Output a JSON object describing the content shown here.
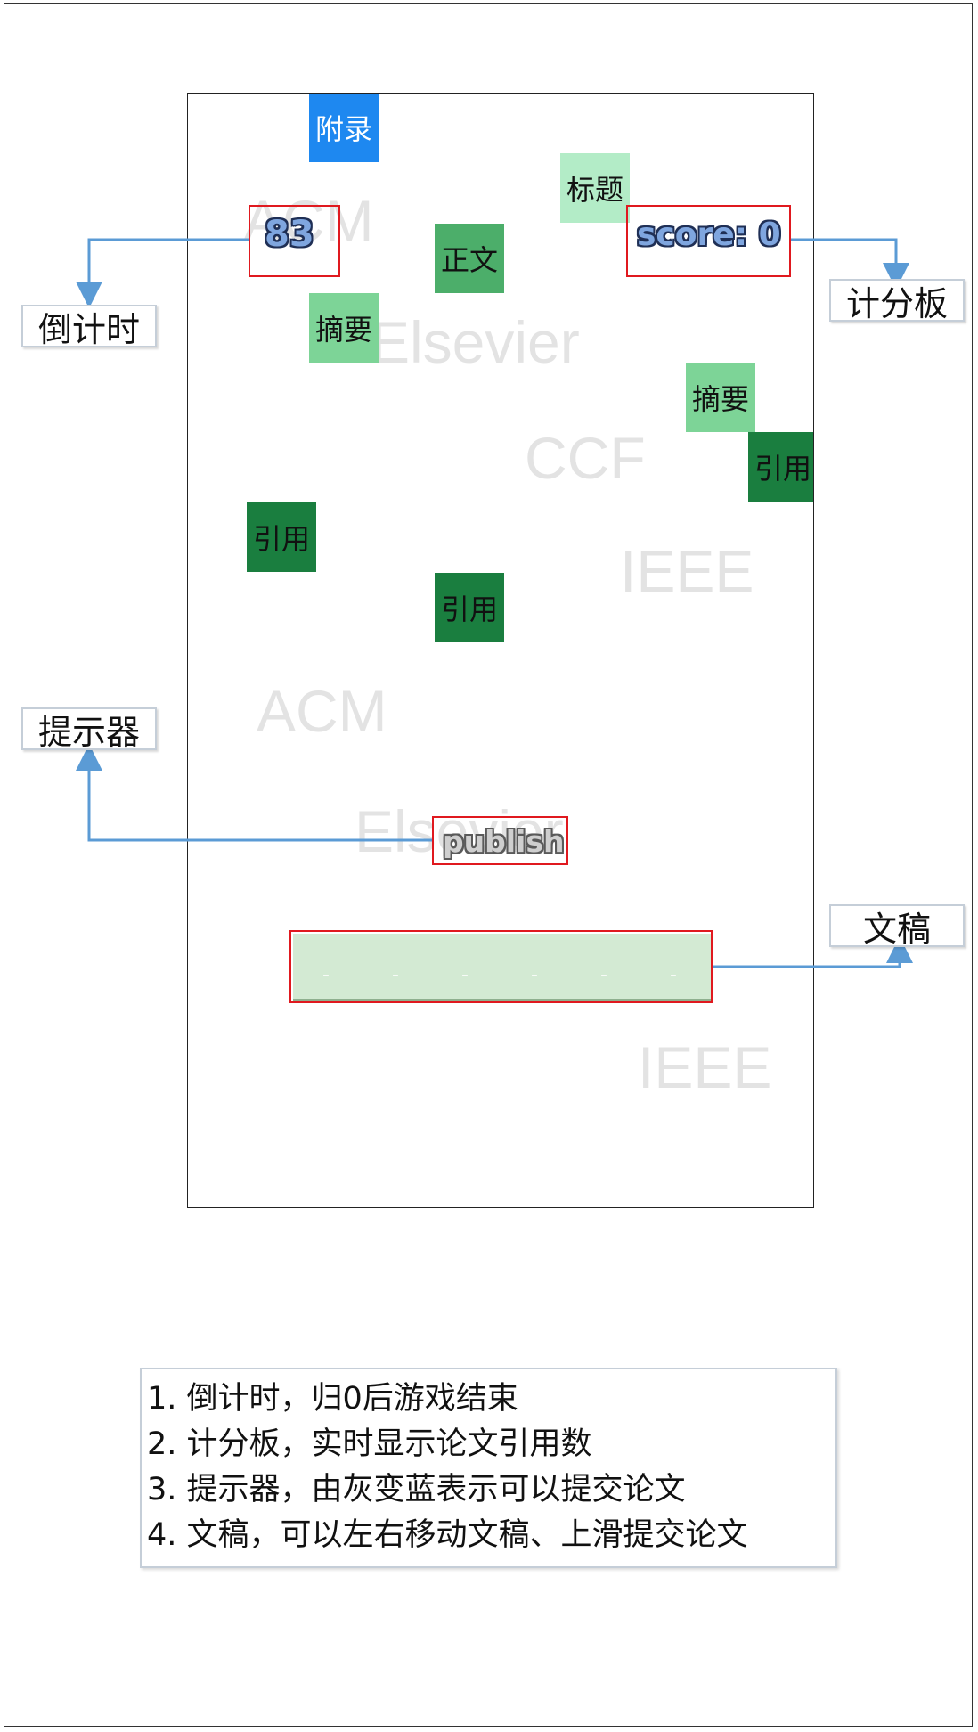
{
  "game": {
    "watermarks": [
      "ACM",
      "Elsevier",
      "CCF",
      "IEEE",
      "ACM",
      "Elsevier",
      "IEEE"
    ],
    "blocks": [
      {
        "label": "附录",
        "color": "#1e88f0"
      },
      {
        "label": "标题",
        "color": "#b3ecc7"
      },
      {
        "label": "正文",
        "color": "#4cae6a"
      },
      {
        "label": "摘要",
        "color": "#7dd497"
      },
      {
        "label": "摘要",
        "color": "#7dd497"
      },
      {
        "label": "引用",
        "color": "#1a7e3f"
      },
      {
        "label": "引用",
        "color": "#1a7e3f"
      },
      {
        "label": "引用",
        "color": "#1a7e3f"
      }
    ],
    "countdown": "83",
    "score": "score: 0",
    "hint": "publish",
    "paddle_slots": [
      "-",
      "-",
      "-",
      "-",
      "-",
      "-"
    ]
  },
  "callouts": {
    "countdown": "倒计时",
    "scoreboard": "计分板",
    "hint": "提示器",
    "manuscript": "文稿"
  },
  "notes": [
    "1. 倒计时，归0后游戏结束",
    "2. 计分板，实时显示论文引用数",
    "3. 提示器，由灰变蓝表示可以提交论文",
    "4. 文稿，可以左右移动文稿、上滑提交论文"
  ],
  "colors": {
    "highlight_border": "#e0191f",
    "arrow": "#5b9bd5",
    "countdown_fill": "#7fa6df",
    "paddle_fill": "#d3ead3"
  }
}
